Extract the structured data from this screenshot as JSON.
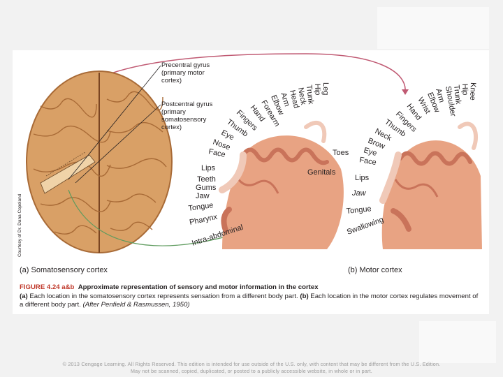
{
  "credit": "Courtesy of Dr. Dana Copeland",
  "callouts": {
    "precentral": [
      "Precentral gyrus",
      "(primary motor",
      "cortex)"
    ],
    "postcentral": [
      "Postcentral gyrus",
      "(primary",
      "somatosensory",
      "cortex)"
    ]
  },
  "sensory": {
    "panel_label": "(a) Somatosensory cortex",
    "arc_labels": [
      "Leg",
      "Hip",
      "Trunk",
      "Neck",
      "Head",
      "Arm",
      "Elbow",
      "Forearm",
      "Hand",
      "Fingers",
      "Thumb",
      "Eye",
      "Nose",
      "Face"
    ],
    "side_labels": [
      "Lips",
      "Teeth",
      "Gums",
      "Jaw",
      "Tongue",
      "Pharynx",
      "Intra-abdominal"
    ],
    "toes": "Toes",
    "genitals": "Genitals"
  },
  "motor": {
    "panel_label": "(b) Motor cortex",
    "arc_labels": [
      "Knee",
      "Hip",
      "Trunk",
      "Shoulder",
      "Arm",
      "Elbow",
      "Wrist",
      "Hand",
      "Fingers",
      "Thumb",
      "Neck",
      "Brow",
      "Eye",
      "Face"
    ],
    "side_labels": [
      "Lips",
      "Jaw",
      "Tongue",
      "Swallowing"
    ]
  },
  "caption": {
    "fig_id": "FIGURE 4.24 a&b",
    "title": "Approximate representation of sensory and motor information in the cortex",
    "part_a": "(a)",
    "text_a": " Each location in the somatosensory cortex represents sensation from a different body part. ",
    "part_b": "(b)",
    "text_b": " Each location in the motor cortex regulates movement of a different body part. ",
    "citation": "(After Penfield & Rasmussen, 1950)"
  },
  "copyright": {
    "line1": "© 2013 Cengage Learning. All Rights Reserved. This edition is intended for use outside of the U.S. only, with content that may be different from the U.S. Edition.",
    "line2": "May not be scanned, copied, duplicated, or posted to a publicly accessible website, in whole or in part."
  },
  "colors": {
    "brain": "#d9a066",
    "brain_dark": "#a86a36",
    "cortex": "#e8a383",
    "cortex_dark": "#c9735a",
    "homunculus": "#f0c9b8",
    "arrow": "#c05a73",
    "pointer_green": "#5e9b5e",
    "caption_accent": "#c0392b"
  }
}
